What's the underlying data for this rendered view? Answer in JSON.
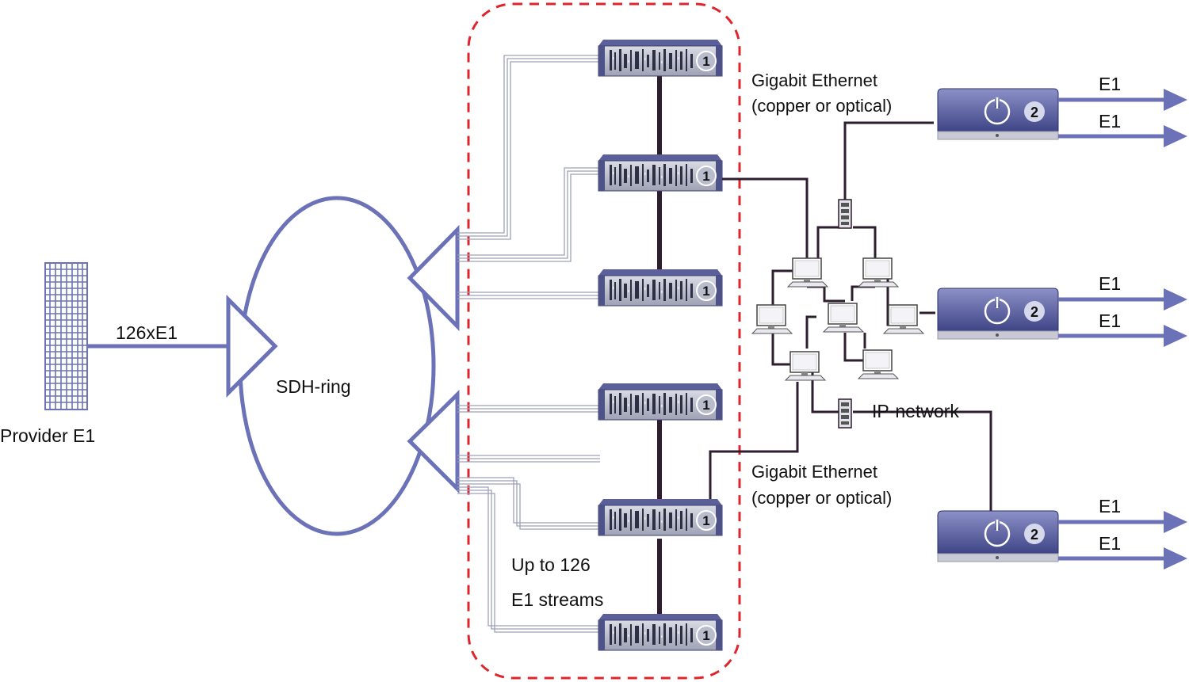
{
  "labels": {
    "provider": "Provider E1",
    "link": "126xE1",
    "ring": "SDH-ring",
    "gig_top_1": "Gigabit Ethernet",
    "gig_top_2": "(copper or optical)",
    "gig_bot_1": "Gigabit Ethernet",
    "gig_bot_2": "(copper or optical)",
    "ip_network": "IP-network",
    "streams_1": "Up to 126",
    "streams_2": "E1 streams"
  },
  "racks": [
    {
      "badge": "1"
    },
    {
      "badge": "1"
    },
    {
      "badge": "1"
    },
    {
      "badge": "1"
    },
    {
      "badge": "1"
    },
    {
      "badge": "1"
    }
  ],
  "gateways": [
    {
      "badge": "2",
      "outputs": [
        "E1",
        "E1"
      ]
    },
    {
      "badge": "2",
      "outputs": [
        "E1",
        "E1"
      ]
    },
    {
      "badge": "2",
      "outputs": [
        "E1",
        "E1"
      ]
    }
  ],
  "colors": {
    "accent": "#6b72b8",
    "dashed_border": "#e0242c",
    "dark_link": "#2e1d2e",
    "rack": "#4d5288"
  },
  "icons": [
    "provider-grid-icon",
    "rack-unit-icon",
    "gateway-icon",
    "computer-icon",
    "switch-icon",
    "power-icon"
  ]
}
